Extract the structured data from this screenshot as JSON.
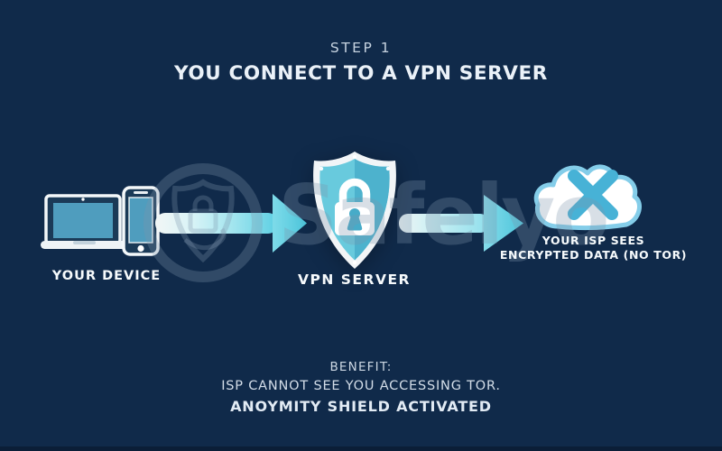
{
  "watermark": {
    "text": "Safelyo"
  },
  "header": {
    "step_label": "STEP 1",
    "title": "YOU CONNECT TO A VPN SERVER"
  },
  "diagram": {
    "device_label": "YOUR DEVICE",
    "vpn_label": "VPN SERVER",
    "isp_label_line1": "YOUR ISP SEES",
    "isp_label_line2": "ENCRYPTED DATA (NO TOR)"
  },
  "footer": {
    "benefit_label": "BENEFIT:",
    "benefit_line1": "ISP CANNOT SEE YOU ACCESSING TOR.",
    "benefit_line2": "ANOYMITY SHIELD ACTIVATED"
  },
  "icons": [
    "laptop-icon",
    "smartphone-icon",
    "arrow-right-icon",
    "shield-lock-icon",
    "lock-icon",
    "cloud-x-icon",
    "x-mark-icon",
    "watermark-logo-icon"
  ],
  "colors": {
    "background": "#102a4a",
    "accent_cyan": "#5ccfe3",
    "arrow_pale": "#d9f4f7",
    "shield_left": "#68cadd",
    "shield_right": "#4db2cd",
    "device_screen": "#4f9dbe",
    "device_body": "#1b3a57",
    "cloud_outline": "#84cde9",
    "cloud_x": "#47b2d6",
    "text_light": "#eaf1f8",
    "watermark": "#7e94ac",
    "bottom_strip": "#0b1e37"
  }
}
